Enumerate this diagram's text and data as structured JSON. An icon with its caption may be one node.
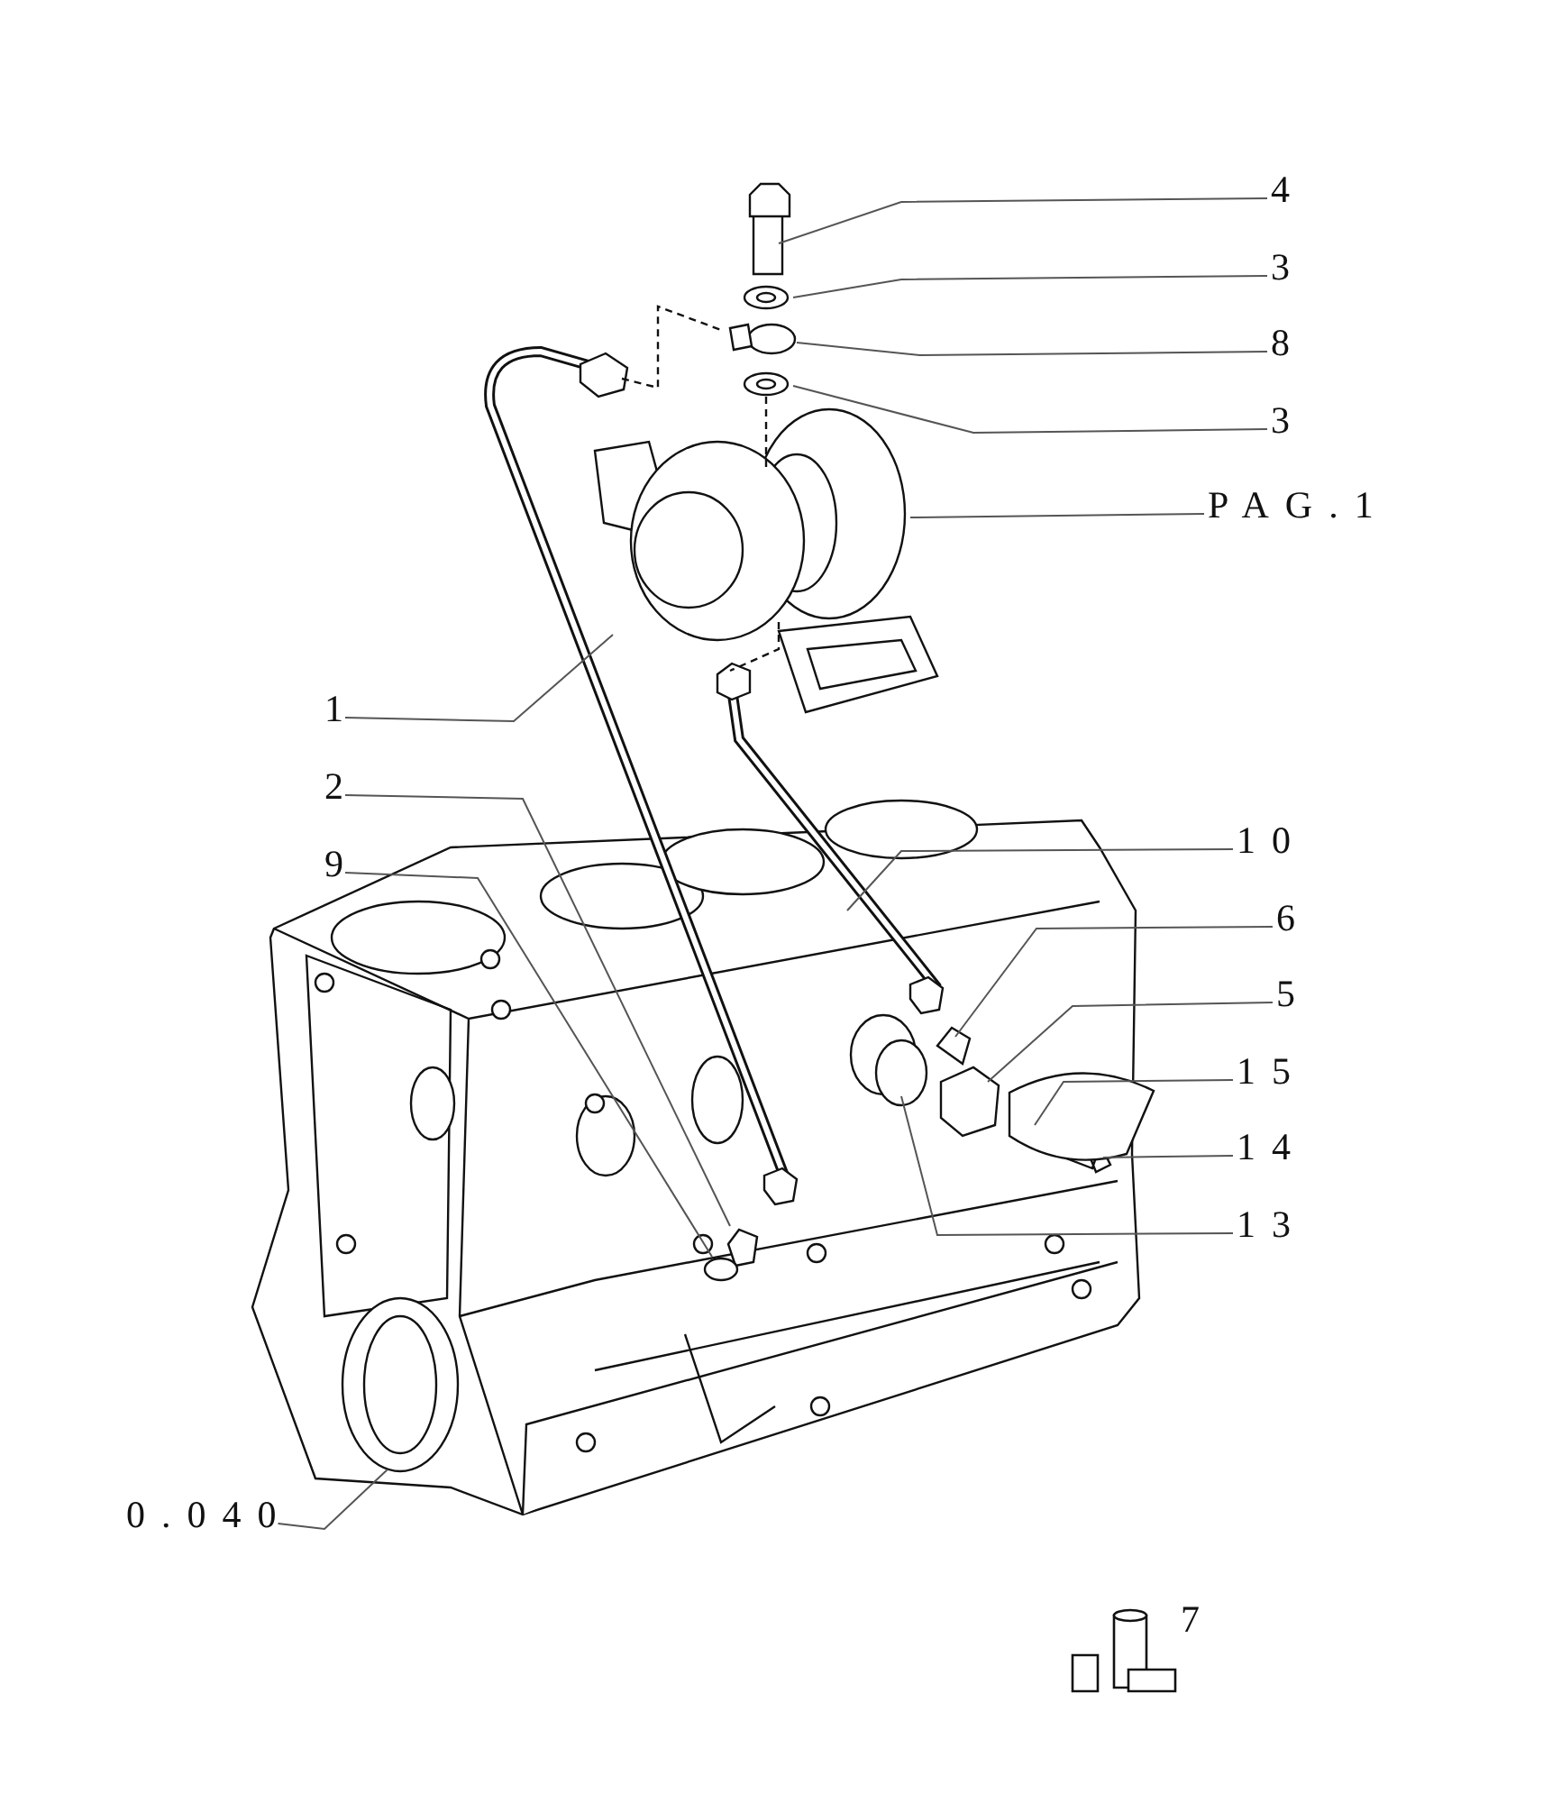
{
  "diagram": {
    "nodes": [
      {
        "text": [
          "4"
        ]
      },
      {
        "text": [
          "3"
        ]
      },
      {
        "text": [
          "8"
        ]
      },
      {
        "text": [
          "3"
        ]
      },
      {
        "text": [
          "PAG.1"
        ]
      },
      {
        "text": [
          "1"
        ]
      },
      {
        "text": [
          "2"
        ]
      },
      {
        "text": [
          "9"
        ]
      },
      {
        "text": [
          "10"
        ]
      },
      {
        "text": [
          "6"
        ]
      },
      {
        "text": [
          "5"
        ]
      },
      {
        "text": [
          "15"
        ]
      },
      {
        "text": [
          "14"
        ]
      },
      {
        "text": [
          "13"
        ]
      },
      {
        "text": [
          "0.040"
        ]
      }
    ],
    "edges": [
      {
        "from": 0,
        "to": null,
        "arrow": "none"
      },
      {
        "from": 1,
        "to": null,
        "arrow": "none"
      },
      {
        "from": 2,
        "to": null,
        "arrow": "none"
      },
      {
        "from": 3,
        "to": null,
        "arrow": "none"
      },
      {
        "from": 4,
        "to": null,
        "arrow": "none"
      },
      {
        "from": 5,
        "to": null,
        "arrow": "none"
      },
      {
        "from": 6,
        "to": null,
        "arrow": "none"
      },
      {
        "from": 7,
        "to": null,
        "arrow": "none"
      },
      {
        "from": 8,
        "to": null,
        "arrow": "none"
      },
      {
        "from": 9,
        "to": null,
        "arrow": "none"
      },
      {
        "from": 10,
        "to": null,
        "arrow": "none"
      },
      {
        "from": 11,
        "to": null,
        "arrow": "none"
      },
      {
        "from": 12,
        "to": null,
        "arrow": "none"
      },
      {
        "from": 13,
        "to": null,
        "arrow": "none"
      },
      {
        "from": 14,
        "to": null,
        "arrow": "none"
      }
    ],
    "labels": [
      "7"
    ]
  }
}
